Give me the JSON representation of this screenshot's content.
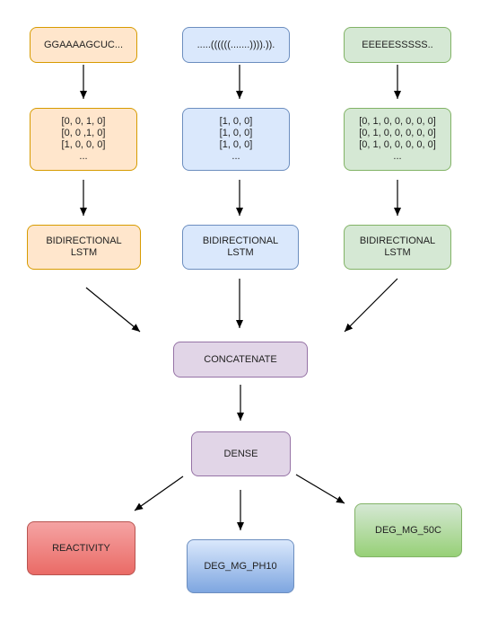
{
  "inputs": {
    "sequence": "GGAAAAGCUC...",
    "structure": ".....((((((.......)))).)).",
    "loop_type": "EEEEESSSSS.."
  },
  "encodings": {
    "sequence": [
      "[0, 0, 1, 0]",
      "[0, 0 ,1, 0]",
      "[1, 0, 0, 0]",
      "..."
    ],
    "structure": [
      "[1, 0, 0]",
      "[1, 0, 0]",
      "[1, 0, 0]",
      "..."
    ],
    "loop_type": [
      "[0, 1, 0, 0, 0, 0, 0]",
      "[0, 1, 0, 0, 0, 0, 0]",
      "[0, 1, 0, 0, 0, 0, 0]",
      "..."
    ]
  },
  "lstm": {
    "sequence": "BIDIRECTIONAL\nLSTM",
    "structure": "BIDIRECTIONAL\nLSTM",
    "loop_type": "BIDIRECTIONAL\nLSTM"
  },
  "concatenate": "CONCATENATE",
  "dense": "DENSE",
  "outputs": {
    "reactivity": "REACTIVITY",
    "deg_mg_ph10": "DEG_MG_PH10",
    "deg_mg_50c": "DEG_MG_50C"
  },
  "colors": {
    "orange_fill": "#ffe6cc",
    "orange_stroke": "#d79b00",
    "blue_fill": "#dae8fc",
    "blue_stroke": "#6c8ebf",
    "green_fill": "#d5e8d4",
    "green_stroke": "#82b366",
    "purple_fill": "#e1d5e7",
    "purple_stroke": "#9673a6",
    "red_fill": "#ea6b66",
    "red_stroke": "#b85450"
  }
}
